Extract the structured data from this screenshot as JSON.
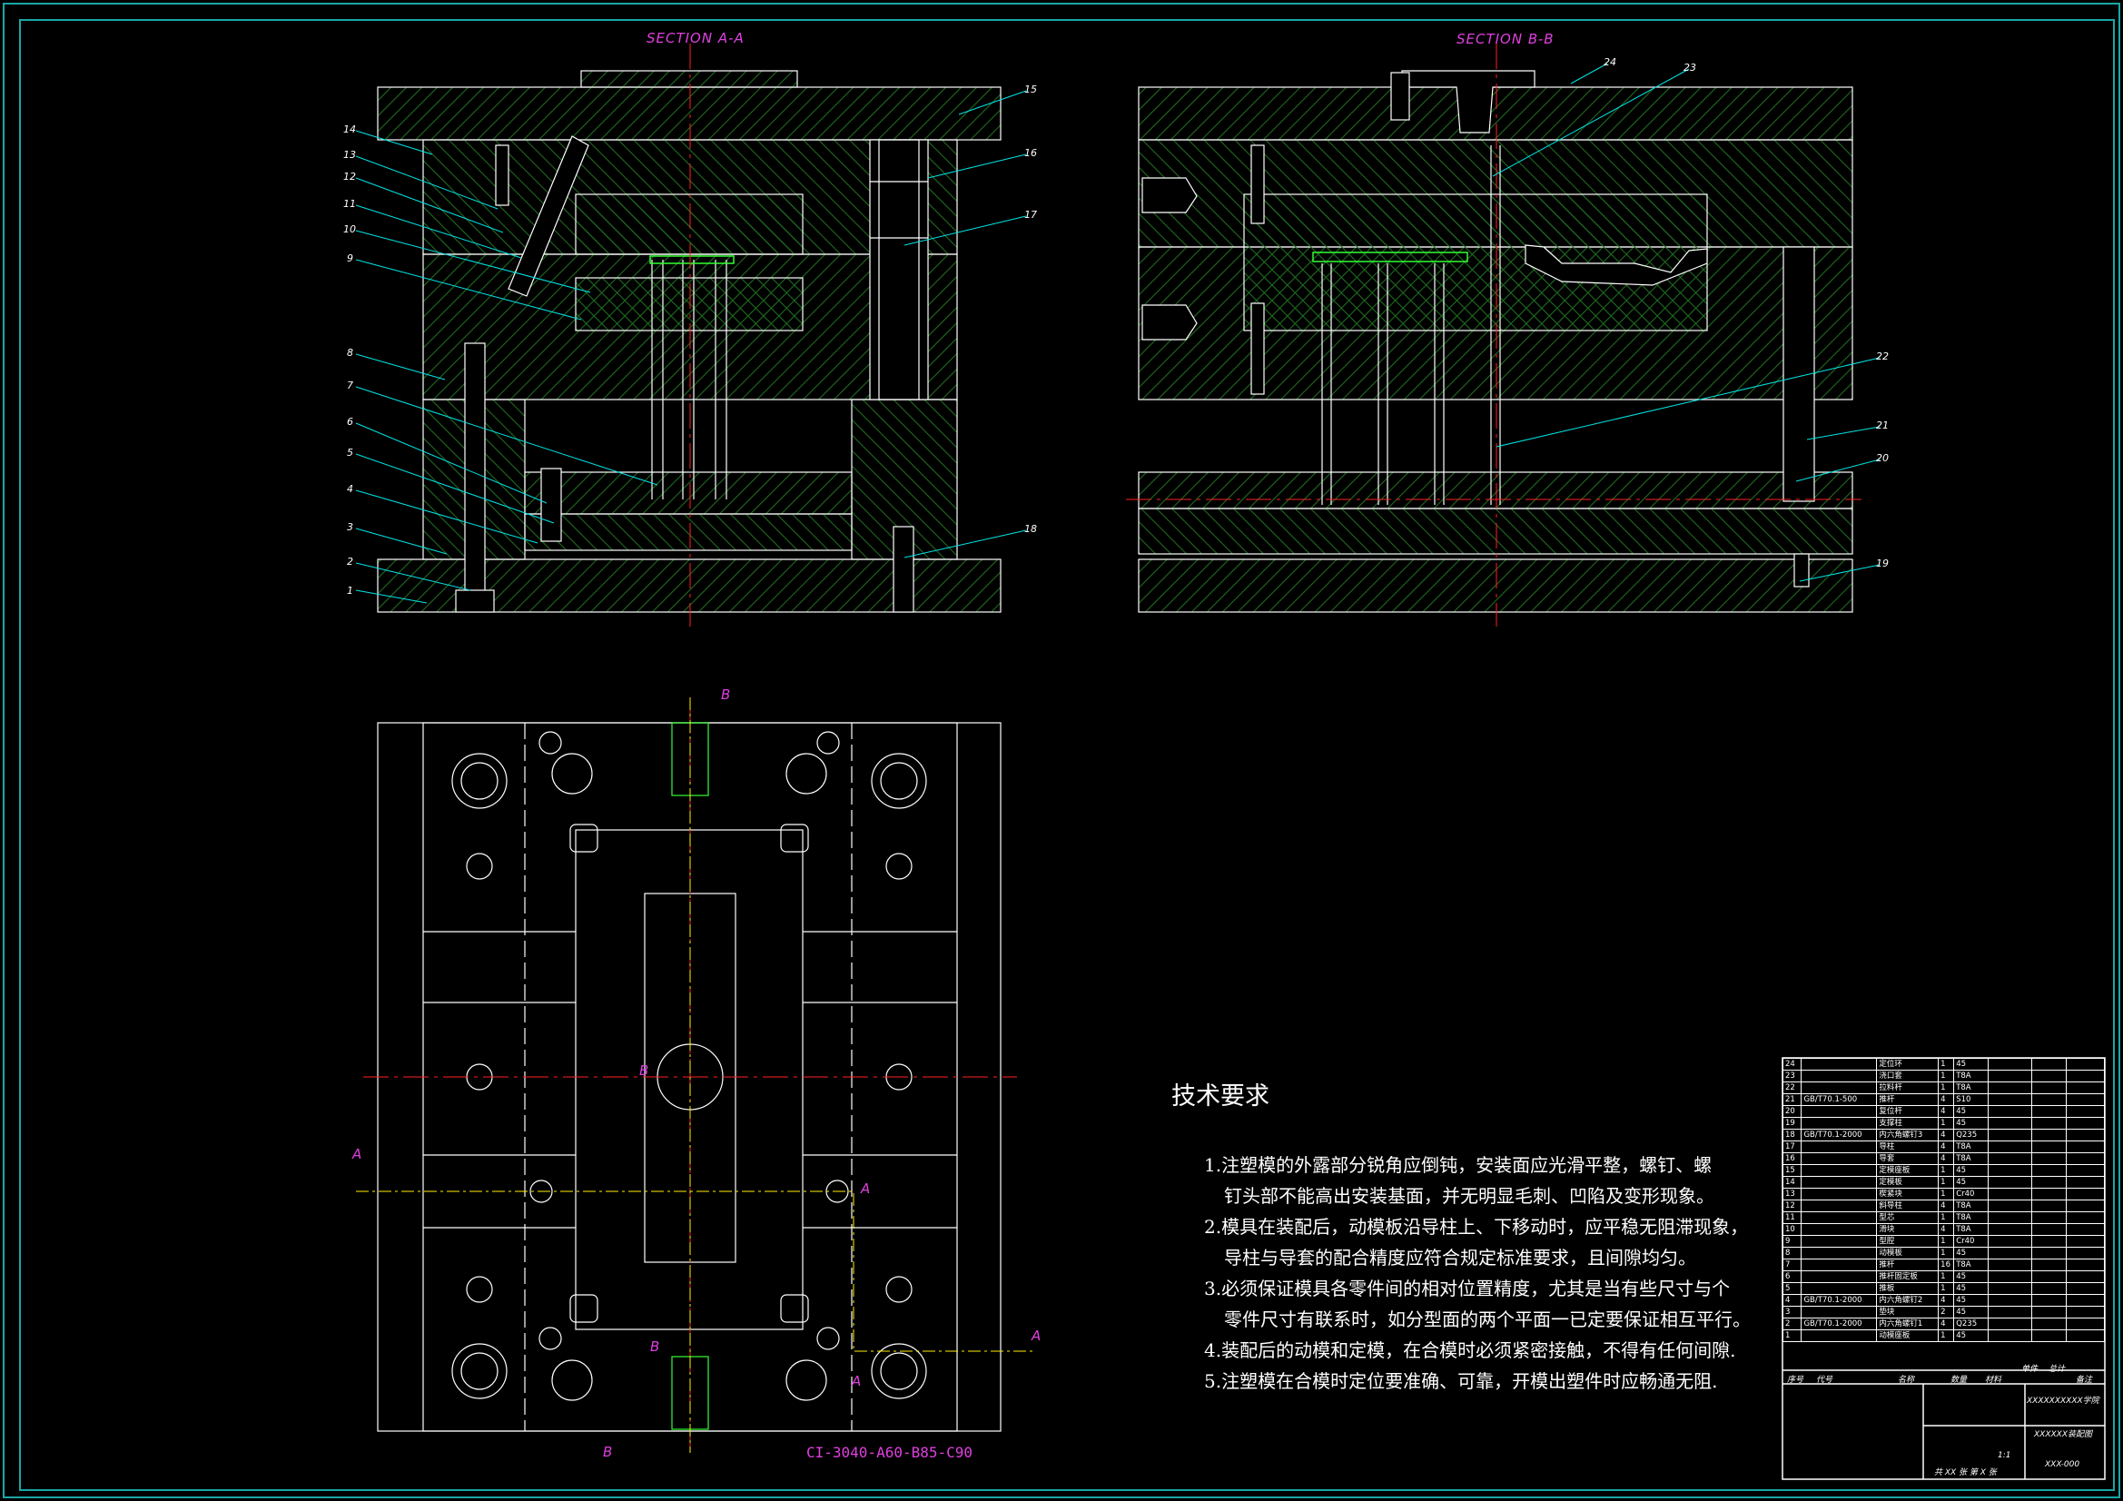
{
  "section_titles": {
    "a": "SECTION A-A",
    "b": "SECTION B-B"
  },
  "section_marks": [
    "B",
    "B",
    "A",
    "A",
    "B",
    "B",
    "A",
    "A"
  ],
  "mold_code": "CI-3040-A60-B85-C90",
  "part_numbers_a": [
    "1",
    "2",
    "3",
    "4",
    "5",
    "6",
    "7",
    "8",
    "9",
    "10",
    "11",
    "12",
    "13",
    "14",
    "15",
    "16",
    "17",
    "18"
  ],
  "part_numbers_b": [
    "19",
    "20",
    "21",
    "22",
    "23",
    "24"
  ],
  "tech_requirements": {
    "title": "技术要求",
    "items": [
      "1.注塑模的外露部分锐角应倒钝，安装面应光滑平整，螺钉、螺",
      "钉头部不能高出安装基面，并无明显毛刺、凹陷及变形现象。",
      "2.模具在装配后，动模板沿导柱上、下移动时，应平稳无阻滞现象，",
      "导柱与导套的配合精度应符合规定标准要求，且间隙均匀。",
      "3.必须保证模具各零件间的相对位置精度，尤其是当有些尺寸与个",
      "零件尺寸有联系时，如分型面的两个平面一已定要保证相互平行。",
      "4.装配后的动模和定模，在合模时必须紧密接触，不得有任何间隙.",
      "5.注塑模在合模时定位要准确、可靠，开模出塑件时应畅通无阻."
    ]
  },
  "bom": [
    {
      "no": "24",
      "std": "",
      "name": "定位环",
      "qty": "1",
      "mat": "45"
    },
    {
      "no": "23",
      "std": "",
      "name": "浇口套",
      "qty": "1",
      "mat": "T8A"
    },
    {
      "no": "22",
      "std": "",
      "name": "拉料杆",
      "qty": "1",
      "mat": "T8A"
    },
    {
      "no": "21",
      "std": "GB/T70.1-500",
      "name": "推杆",
      "qty": "4",
      "mat": "S10"
    },
    {
      "no": "20",
      "std": "",
      "name": "复位杆",
      "qty": "4",
      "mat": "45"
    },
    {
      "no": "19",
      "std": "",
      "name": "支撑柱",
      "qty": "1",
      "mat": "45"
    },
    {
      "no": "18",
      "std": "GB/T70.1-2000",
      "name": "内六角螺钉3",
      "qty": "4",
      "mat": "Q235"
    },
    {
      "no": "17",
      "std": "",
      "name": "导柱",
      "qty": "4",
      "mat": "T8A"
    },
    {
      "no": "16",
      "std": "",
      "name": "导套",
      "qty": "4",
      "mat": "T8A"
    },
    {
      "no": "15",
      "std": "",
      "name": "定模座板",
      "qty": "1",
      "mat": "45"
    },
    {
      "no": "14",
      "std": "",
      "name": "定模板",
      "qty": "1",
      "mat": "45"
    },
    {
      "no": "13",
      "std": "",
      "name": "楔紧块",
      "qty": "1",
      "mat": "Cr40"
    },
    {
      "no": "12",
      "std": "",
      "name": "斜导柱",
      "qty": "4",
      "mat": "T8A"
    },
    {
      "no": "11",
      "std": "",
      "name": "型芯",
      "qty": "1",
      "mat": "T8A"
    },
    {
      "no": "10",
      "std": "",
      "name": "滑块",
      "qty": "4",
      "mat": "T8A"
    },
    {
      "no": "9",
      "std": "",
      "name": "型腔",
      "qty": "1",
      "mat": "Cr40"
    },
    {
      "no": "8",
      "std": "",
      "name": "动模板",
      "qty": "1",
      "mat": "45"
    },
    {
      "no": "7",
      "std": "",
      "name": "推杆",
      "qty": "16",
      "mat": "T8A"
    },
    {
      "no": "6",
      "std": "",
      "name": "推杆固定板",
      "qty": "1",
      "mat": "45"
    },
    {
      "no": "5",
      "std": "",
      "name": "推板",
      "qty": "1",
      "mat": "45"
    },
    {
      "no": "4",
      "std": "GB/T70.1-2000",
      "name": "内六角螺钉2",
      "qty": "4",
      "mat": "45"
    },
    {
      "no": "3",
      "std": "",
      "name": "垫块",
      "qty": "2",
      "mat": "45"
    },
    {
      "no": "2",
      "std": "GB/T70.1-2000",
      "name": "内六角螺钉1",
      "qty": "4",
      "mat": "Q235"
    },
    {
      "no": "1",
      "std": "",
      "name": "动模座板",
      "qty": "1",
      "mat": "45"
    }
  ],
  "title_block": {
    "school": "XXXXXXXXXX学院",
    "drawing_name": "XXXXXX装配图",
    "drawing_no": "XXX-000",
    "scale": "1:1",
    "sheets": "共 XX 张  第 X 张",
    "header_no": "序号",
    "header_code": "代号",
    "header_name": "名称",
    "header_qty": "数量",
    "header_mat": "材料",
    "header_weight": "单件",
    "header_total": "总计",
    "header_note": "备注"
  },
  "colors": {
    "background": "#000000",
    "hatch": "#1f6b1f",
    "outline": "#ffffff",
    "centerline": "#ff2020",
    "label": "#00e5e5",
    "section": "#e040e0",
    "hidden": "#ffee00",
    "green_part": "#33ff33"
  }
}
